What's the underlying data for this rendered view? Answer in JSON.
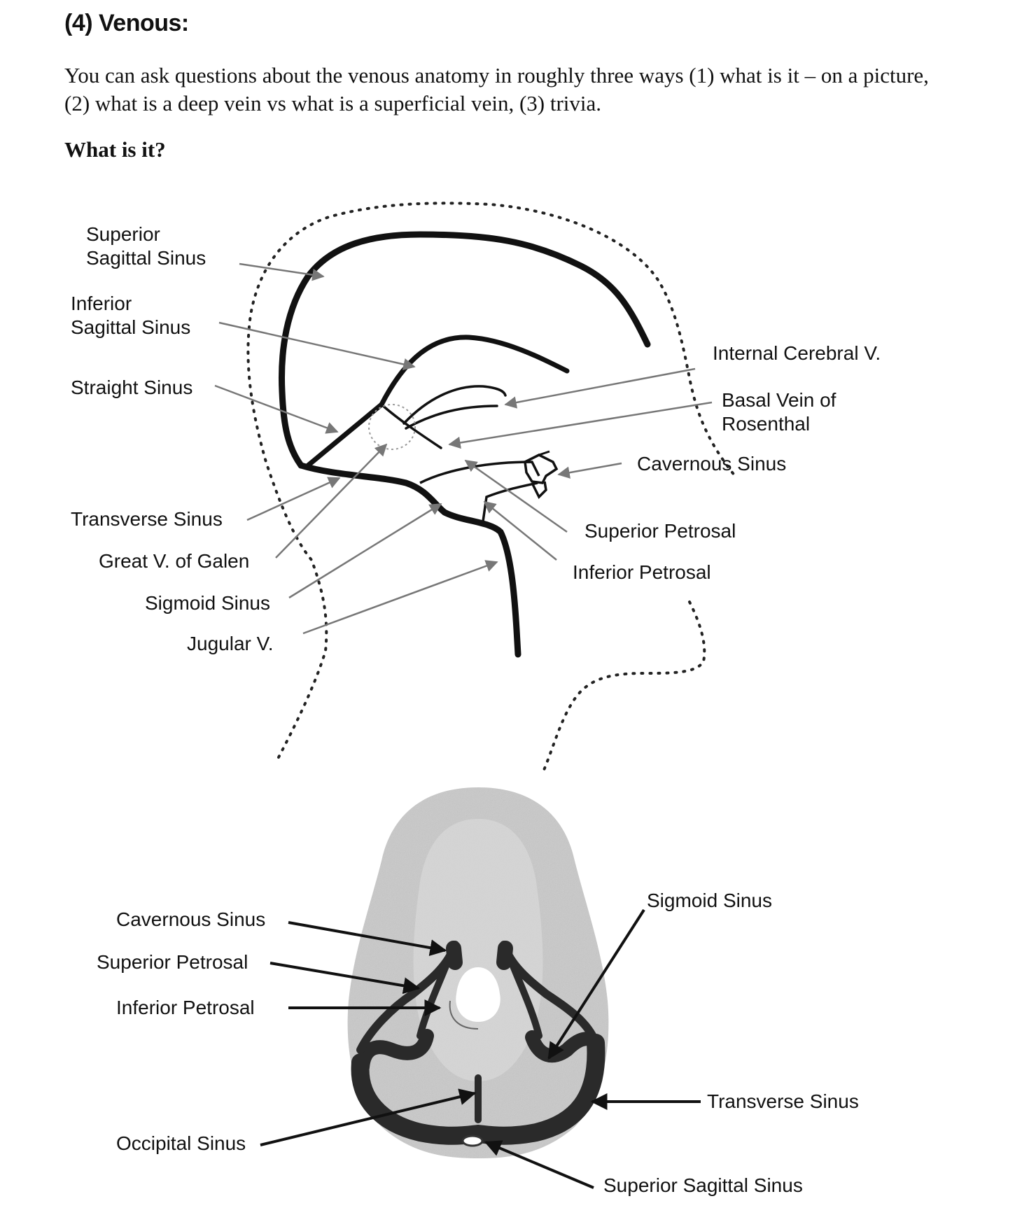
{
  "heading": "(4) Venous:",
  "intro": "You can ask questions about the venous anatomy in roughly three ways (1) what is it – on a picture, (2) what is a deep vein vs what is a superficial vein, (3) trivia.",
  "subheading": "What is it?",
  "lateral_view": {
    "labels": {
      "superior_sagittal_1": "Superior",
      "superior_sagittal_2": "Sagittal Sinus",
      "inferior_sagittal_1": "Inferior",
      "inferior_sagittal_2": "Sagittal Sinus",
      "straight_sinus": "Straight Sinus",
      "transverse_sinus": "Transverse Sinus",
      "great_v_galen": "Great V. of Galen",
      "sigmoid_sinus": "Sigmoid Sinus",
      "jugular_v": "Jugular V.",
      "internal_cerebral_v": "Internal Cerebral V.",
      "basal_vein_1": "Basal Vein of",
      "basal_vein_2": "Rosenthal",
      "cavernous_sinus": "Cavernous Sinus",
      "superior_petrosal": "Superior Petrosal",
      "inferior_petrosal": "Inferior Petrosal"
    }
  },
  "superior_view": {
    "labels": {
      "cavernous_sinus": "Cavernous Sinus",
      "superior_petrosal": "Superior Petrosal",
      "inferior_petrosal": "Inferior Petrosal",
      "occipital_sinus": "Occipital Sinus",
      "sigmoid_sinus": "Sigmoid Sinus",
      "transverse_sinus": "Transverse Sinus",
      "superior_sagittal_sinus": "Superior Sagittal Sinus"
    }
  }
}
